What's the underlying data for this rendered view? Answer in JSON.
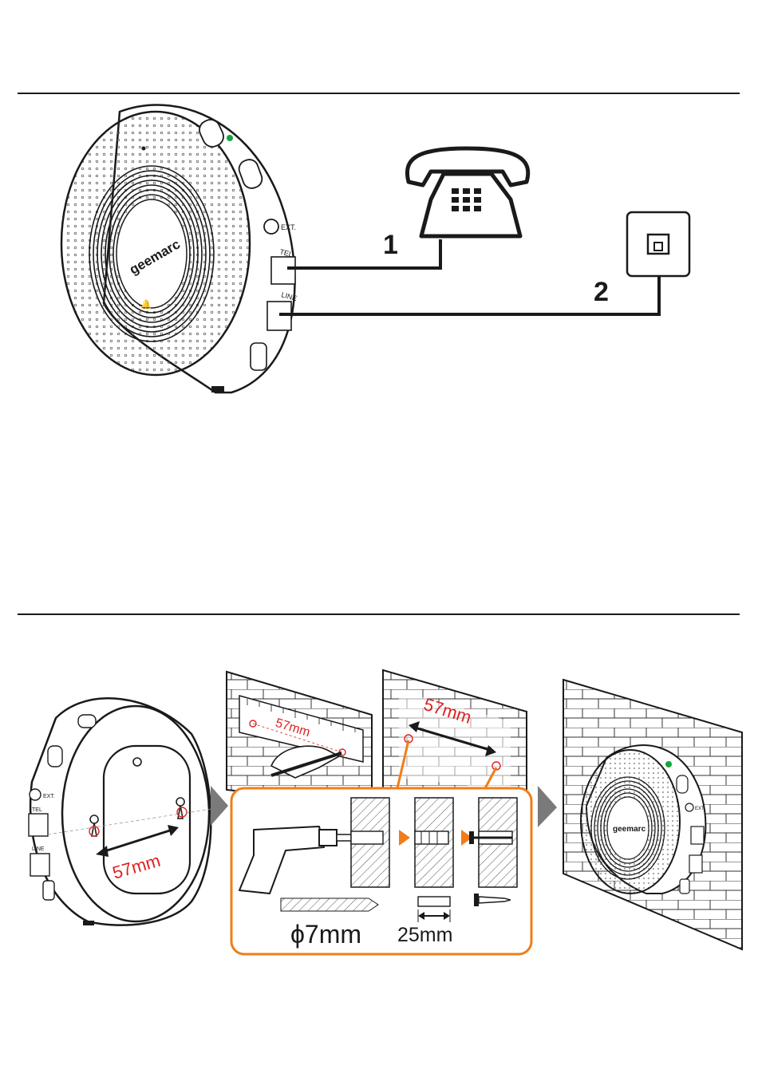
{
  "brand": "geemarc",
  "ports": {
    "ext": "EXT.",
    "tel": "TEL",
    "line": "LINE"
  },
  "connections": [
    {
      "number": "1"
    },
    {
      "number": "2"
    }
  ],
  "wall_mount": {
    "hole_spacing": "57mm",
    "drill_diameter": "ϕ7mm",
    "plug_length": "25mm"
  },
  "colors": {
    "line": "#1a1a1a",
    "accent_orange": "#f07d1a",
    "dimension_red": "#e02020",
    "arrow_gray": "#7a7a7a",
    "led_green": "#1aa33a"
  }
}
